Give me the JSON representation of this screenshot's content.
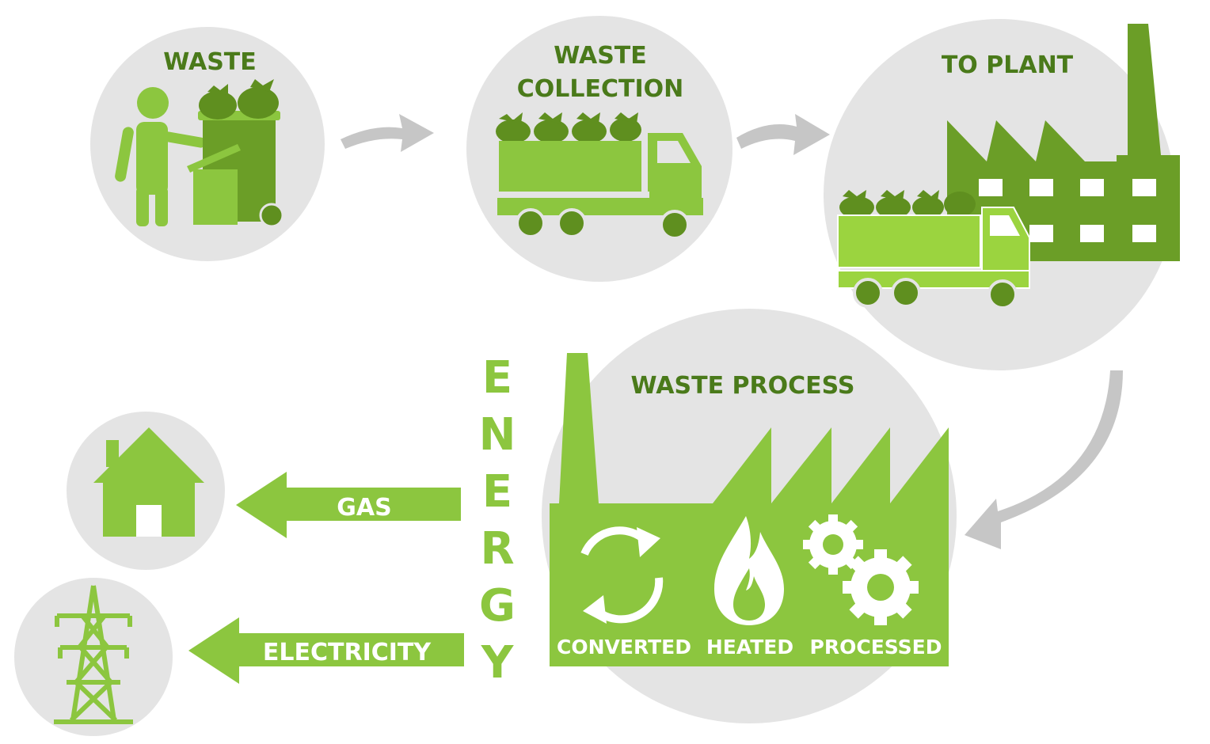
{
  "colors": {
    "circle": "#e4e4e4",
    "light_green": "#8cc63f",
    "bright_green": "#9bd43f",
    "dark_green": "#5f8f1f",
    "mid_green": "#6b9e27",
    "label_green": "#4a7a1a",
    "arrow_gray": "#c6c6c6",
    "white": "#ffffff"
  },
  "steps": {
    "waste": {
      "title": "WASTE",
      "icon": "person-trash-bin-icon"
    },
    "collection": {
      "title_line1": "WASTE",
      "title_line2": "COLLECTION",
      "icon": "garbage-truck-icon"
    },
    "to_plant": {
      "title": "TO PLANT",
      "icon": "factory-truck-icon"
    },
    "process": {
      "title": "WASTE PROCESS",
      "labels": [
        "CONVERTED",
        "HEATED",
        "PROCESSED"
      ],
      "icons": [
        "recycle-icon",
        "flame-icon",
        "gears-icon"
      ]
    }
  },
  "energy": {
    "letters": [
      "E",
      "N",
      "E",
      "R",
      "G",
      "Y"
    ]
  },
  "outputs": {
    "gas": {
      "label": "GAS",
      "icon": "house-icon"
    },
    "electricity": {
      "label": "ELECTRICITY",
      "icon": "power-tower-icon"
    }
  }
}
